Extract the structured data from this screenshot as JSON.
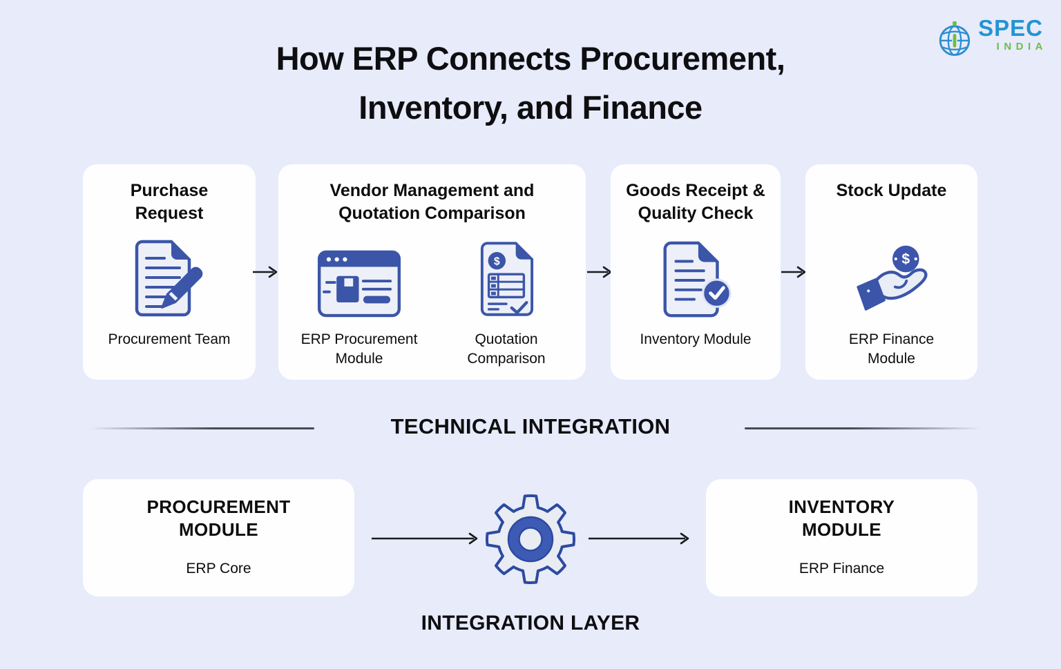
{
  "logo": {
    "brand": "SPEC",
    "country": "INDIA"
  },
  "title": {
    "line1": "How ERP Connects Procurement,",
    "line2": "Inventory, and Finance"
  },
  "flow": {
    "cards": [
      {
        "title": "Purchase Request",
        "caption": "Procurement Team",
        "icon": "document-pen-icon"
      },
      {
        "title": "Vendor Management and Quotation Comparison",
        "items": [
          {
            "caption": "ERP Procurement Module",
            "icon": "erp-browser-icon"
          },
          {
            "caption": "Quotation Comparison",
            "icon": "quotation-document-icon"
          }
        ]
      },
      {
        "title": "Goods Receipt & Quality Check",
        "caption": "Inventory Module",
        "icon": "document-check-icon"
      },
      {
        "title": "Stock Update",
        "caption": "ERP Finance Module",
        "icon": "hand-coin-icon"
      }
    ]
  },
  "technical": {
    "heading": "TECHNICAL INTEGRATION"
  },
  "integration": {
    "cards": [
      {
        "title": "PROCUREMENT MODULE",
        "subtitle": "ERP Core"
      },
      {
        "title": "INVENTORY MODULE",
        "subtitle": "ERP Finance"
      }
    ],
    "layer_label": "INTEGRATION LAYER",
    "icon": "gear-icon"
  },
  "glyphs": {
    "dollar": "$"
  },
  "colors": {
    "background": "#e7ebfa",
    "card": "#fefeff",
    "icon_blue": "#3b55a8",
    "icon_fill": "#edf0f8",
    "gear_outline": "#2c4aa0",
    "donut_blue": "#3d5bb5",
    "logo_blue": "#2394d2",
    "logo_green": "#6cbe45",
    "text": "#0e0e10"
  }
}
